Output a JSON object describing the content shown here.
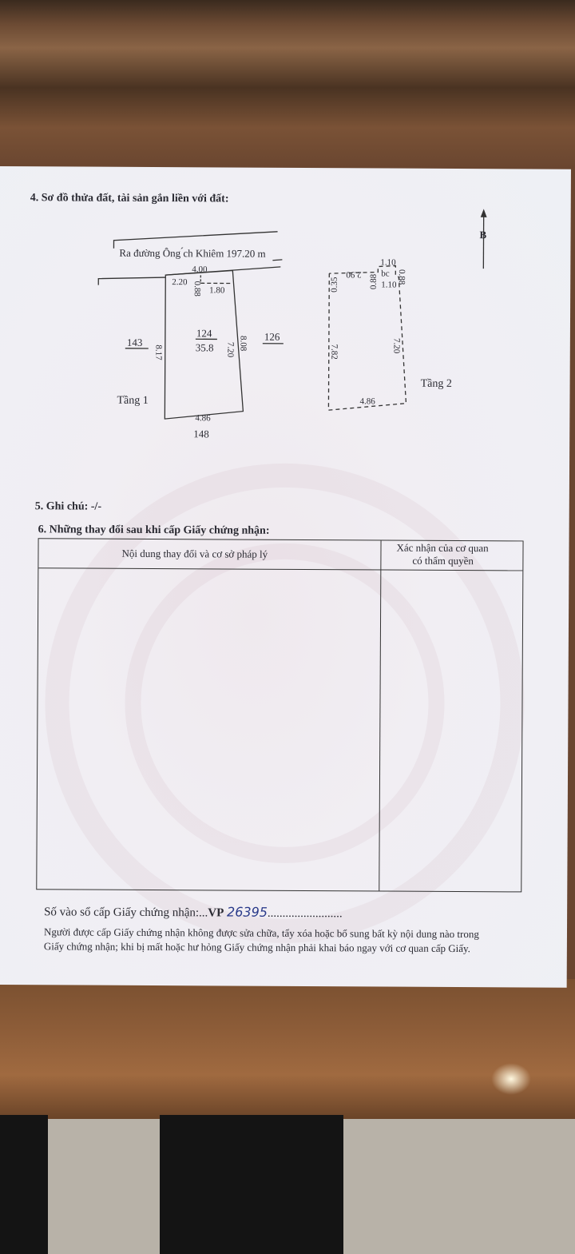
{
  "section4": {
    "title": "4. Sơ đồ thửa đất, tài sản gắn liền với đất:",
    "road_label": "Ra đường Ông  ́ch Khiêm 197.20 m",
    "north_label": "B",
    "floor1": {
      "label": "Tầng 1",
      "parcel_number": "124",
      "area": "35.8",
      "dims": {
        "top": "4.00",
        "top_left": "2.20",
        "notch_v": "0.88",
        "notch_h": "1.80",
        "left": "8.17",
        "right_outer": "8.08",
        "right_inner": "7.20",
        "bottom": "4.86"
      },
      "neighbors": {
        "left": "143",
        "right": "126",
        "bottom": "148"
      }
    },
    "floor2": {
      "label": "Tầng 2",
      "balcony_label": "bc",
      "dims": {
        "top": "2.90",
        "bc_top": "1.10",
        "bc_bottom": "1.10",
        "bc_left": "0.88",
        "bc_right": "0.88",
        "left_top": "0.35",
        "left": "7.82",
        "right": "7.20",
        "bottom": "4.86"
      }
    }
  },
  "section5": {
    "title": "5. Ghi chú: -/-"
  },
  "section6": {
    "title": "6. Những thay đổi sau khi cấp Giấy chứng nhận:",
    "columns": [
      "Nội dung thay đổi và cơ sở pháp lý",
      "Xác nhận của cơ quan",
      "có thẩm quyền"
    ]
  },
  "footer": {
    "register_label": "Số vào sổ cấp Giấy chứng nhận:",
    "register_prefix": "VP",
    "register_number": "26395",
    "warning_line1": "Người được cấp Giấy chứng nhận không được sửa chữa, tẩy xóa hoặc bổ sung bất kỳ nội dung nào trong",
    "warning_line2": "Giấy chứng nhận; khi bị mất hoặc hư hỏng Giấy chứng nhận phải khai báo ngay với cơ quan cấp Giấy."
  }
}
